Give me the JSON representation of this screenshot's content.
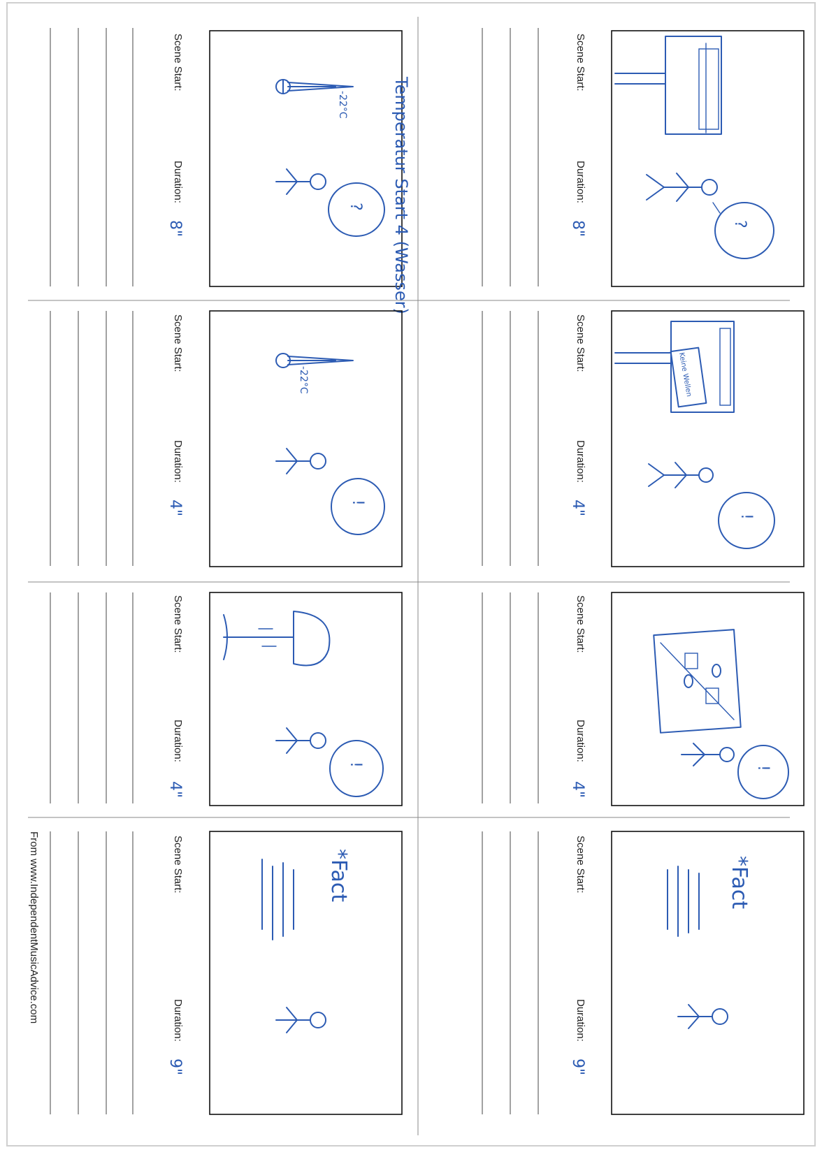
{
  "storyboard": {
    "labels": {
      "scene_start": "Scene Start:",
      "duration": "Duration:"
    },
    "annotations": {
      "handwritten_title_lower": "Temperatur Start 4 (Wasser)",
      "temperature_low": "-22°C",
      "temperature_high": "-22°C",
      "fact_marker": "*Fact",
      "sign_text": "Keine Wellen"
    },
    "panels": [
      {
        "row": "upper",
        "scene_start": "",
        "duration": "8\""
      },
      {
        "row": "upper",
        "scene_start": "",
        "duration": "4\""
      },
      {
        "row": "upper",
        "scene_start": "",
        "duration": "4\""
      },
      {
        "row": "upper",
        "scene_start": "",
        "duration": "9\""
      },
      {
        "row": "lower",
        "scene_start": "",
        "duration": "8\""
      },
      {
        "row": "lower",
        "scene_start": "",
        "duration": "4\""
      },
      {
        "row": "lower",
        "scene_start": "",
        "duration": "4\""
      },
      {
        "row": "lower",
        "scene_start": "",
        "duration": "9\""
      }
    ],
    "footer": "From  www.IndependentMusicAdvice.com"
  }
}
